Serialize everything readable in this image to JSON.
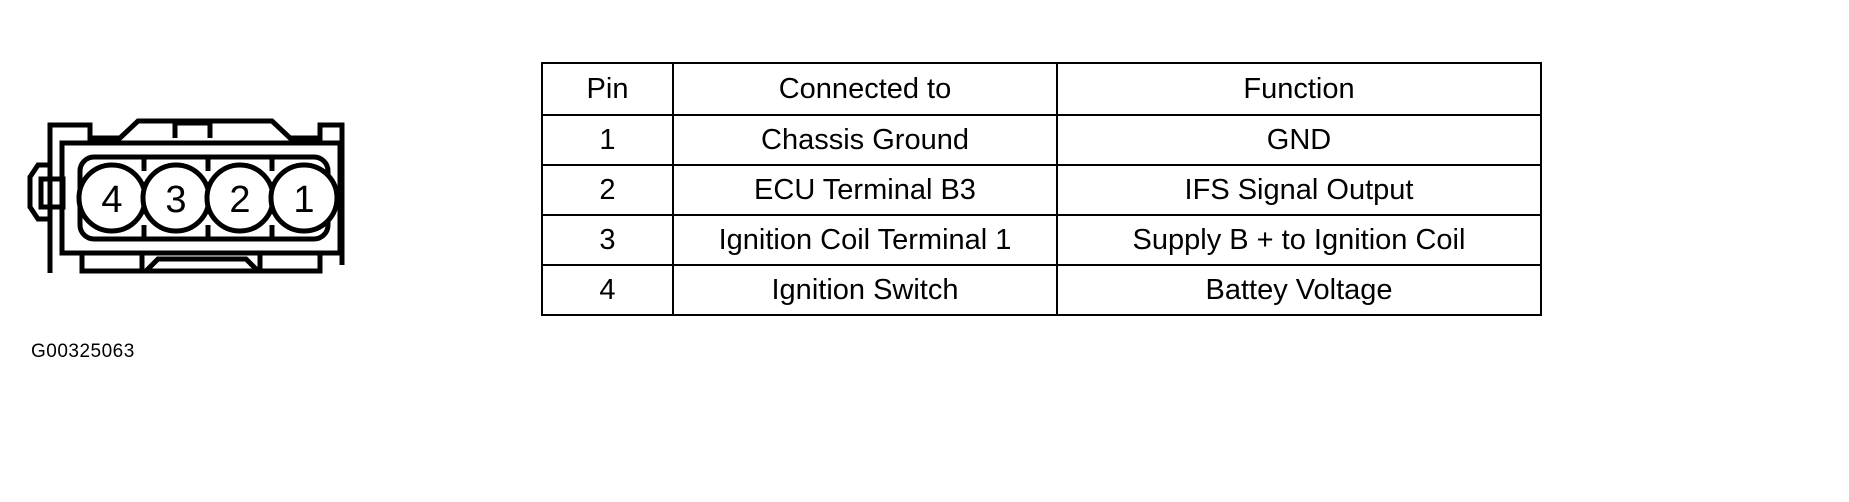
{
  "figure": {
    "caption": "G00325063",
    "connector": {
      "type": "4-pin electrical connector front view",
      "pin_labels": [
        "4",
        "3",
        "2",
        "1"
      ]
    }
  },
  "table": {
    "headers": [
      "Pin",
      "Connected to",
      "Function"
    ],
    "rows": [
      {
        "pin": "1",
        "connected_to": "Chassis Ground",
        "function": "GND"
      },
      {
        "pin": "2",
        "connected_to": "ECU Terminal B3",
        "function": "IFS Signal Output"
      },
      {
        "pin": "3",
        "connected_to": "Ignition Coil Terminal 1",
        "function": "Supply B + to Ignition Coil"
      },
      {
        "pin": "4",
        "connected_to": "Ignition Switch",
        "function": "Battey Voltage"
      }
    ]
  },
  "colors": {
    "ink": "#000000",
    "paper": "#ffffff"
  }
}
